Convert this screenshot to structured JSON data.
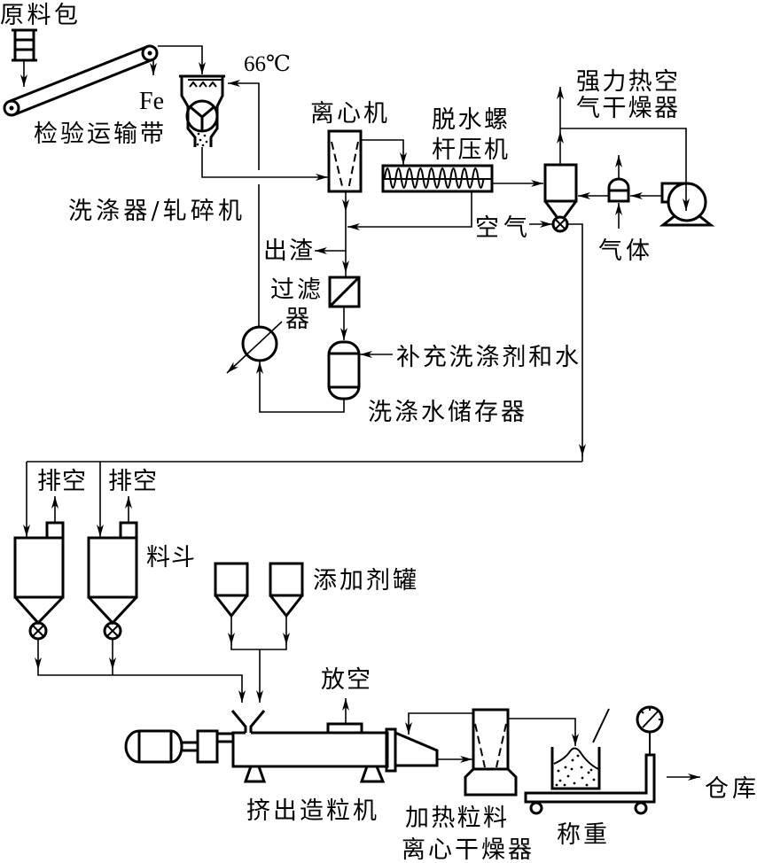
{
  "diagram": {
    "kind": "process-flow-diagram",
    "colors": {
      "line": "#000000",
      "background": "#ffffff"
    },
    "labels": {
      "raw_bale": "原料包",
      "iron_removal": "Fe",
      "inspection_conveyor": "检验运输带",
      "washer_crusher": "洗涤器/轧碎机",
      "wash_temperature": "66℃",
      "centrifuge": "离心机",
      "screw_press_line1": "脱水螺",
      "screw_press_line2": "杆压机",
      "hot_air_dryer_line1": "强力热空",
      "hot_air_dryer_line2": "气干燥器",
      "air": "空气",
      "gas": "气体",
      "slag_out": "出渣",
      "filter_line1": "过滤",
      "filter_line2": "器",
      "makeup_detergent_water": "补充洗涤剂和水",
      "wash_water_tank": "洗涤水储存器",
      "vent_1": "排空",
      "vent_2": "排空",
      "hopper": "料斗",
      "additive_tanks": "添加剂罐",
      "extruder_vent": "放空",
      "extruder": "挤出造粒机",
      "pellet_dryer_line1": "加热粒料",
      "pellet_dryer_line2": "离心干燥器",
      "weighing": "称重",
      "warehouse": "仓库"
    }
  }
}
